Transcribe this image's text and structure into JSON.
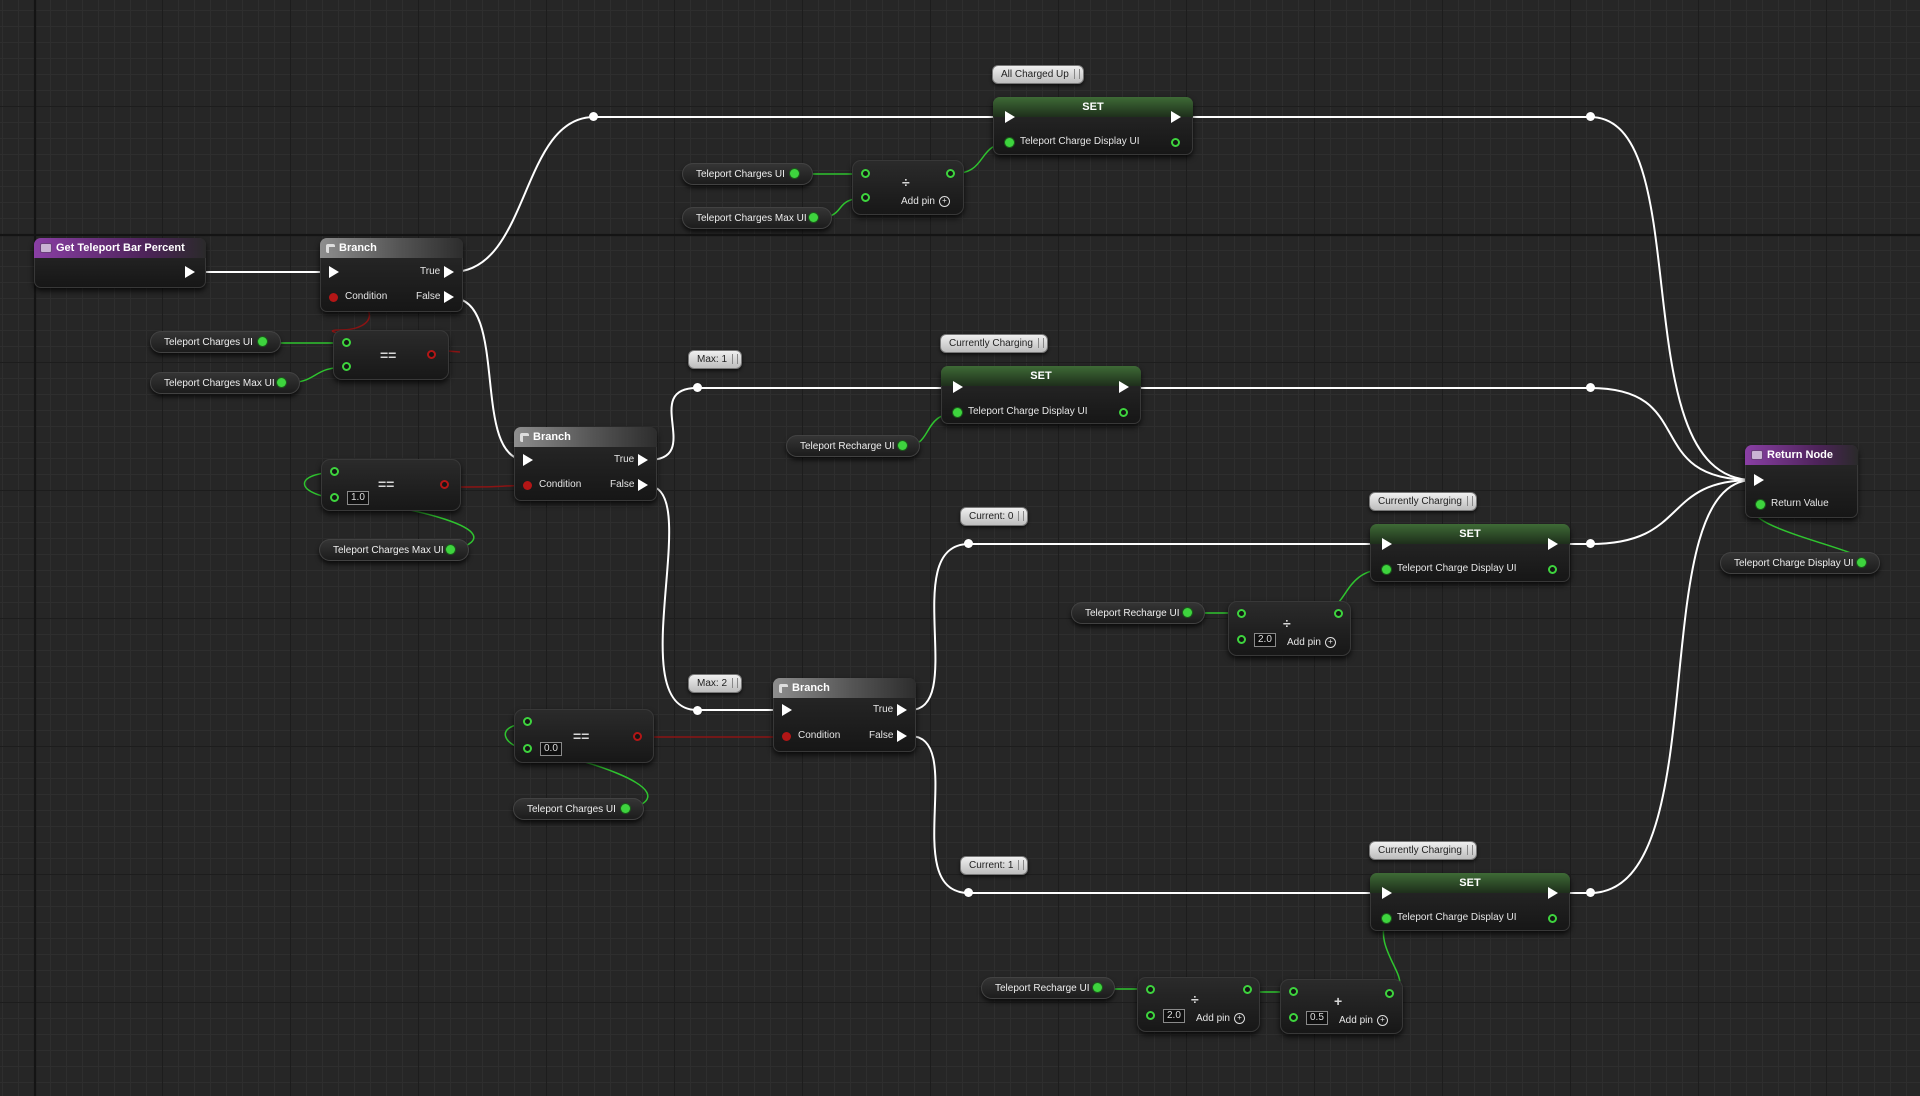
{
  "nodes": {
    "get_bar_percent": {
      "title": "Get Teleport Bar Percent"
    },
    "branch1": {
      "title": "Branch",
      "true": "True",
      "false": "False",
      "condition": "Condition"
    },
    "branch2": {
      "title": "Branch",
      "true": "True",
      "false": "False",
      "condition": "Condition"
    },
    "branch3": {
      "title": "Branch",
      "true": "True",
      "false": "False",
      "condition": "Condition"
    },
    "set_all_charged": {
      "title": "SET",
      "var": "Teleport Charge Display UI",
      "comment": "All Charged Up"
    },
    "set_max1": {
      "title": "SET",
      "var": "Teleport Charge Display UI",
      "comment": "Currently Charging"
    },
    "set_current0": {
      "title": "SET",
      "var": "Teleport Charge Display UI",
      "comment": "Currently Charging"
    },
    "set_current1": {
      "title": "SET",
      "var": "Teleport Charge Display UI",
      "comment": "Currently Charging"
    },
    "return_node": {
      "title": "Return Node",
      "return_value": "Return Value"
    }
  },
  "variables": {
    "v1": "Teleport Charges UI",
    "v2": "Teleport Charges Max UI",
    "v3": "Teleport Charges UI",
    "v4": "Teleport Charges Max UI",
    "v5": "Teleport Recharge UI",
    "v6": "Teleport Charges Max UI",
    "v7": "Teleport Recharge UI",
    "v8": "Teleport Charges UI",
    "v9": "Teleport Recharge UI",
    "v10": "Teleport Charge Display UI"
  },
  "operators": {
    "div1": {
      "symbol": "÷",
      "add_pin": "Add pin"
    },
    "eq1": {
      "symbol": "=="
    },
    "eq2": {
      "symbol": "==",
      "literal": "1.0"
    },
    "div2": {
      "symbol": "÷",
      "literal": "2.0",
      "add_pin": "Add pin"
    },
    "eq3": {
      "symbol": "==",
      "literal": "0.0"
    },
    "div3": {
      "symbol": "÷",
      "literal": "2.0",
      "add_pin": "Add pin"
    },
    "add1": {
      "symbol": "+",
      "literal": "0.5",
      "add_pin": "Add pin"
    }
  },
  "reroute_comments": {
    "max1": "Max: 1",
    "max2": "Max: 2",
    "current0": "Current: 0",
    "current1": "Current: 1"
  },
  "colors": {
    "exec_wire": "#ffffff",
    "float_wire": "#2fc42f",
    "bool_wire": "#8b1414",
    "function_header": "#8a3fa5",
    "set_header": "#3e6a36"
  }
}
